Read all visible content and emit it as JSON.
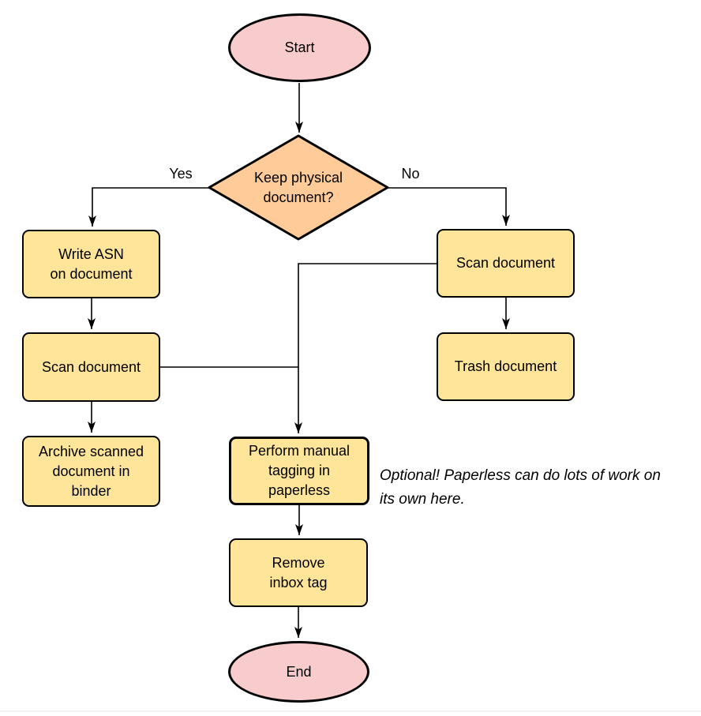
{
  "diagram": {
    "nodes": {
      "start": {
        "label": "Start",
        "shape": "ellipse"
      },
      "decision": {
        "label": "Keep physical\ndocument?",
        "shape": "diamond"
      },
      "write_asn": {
        "label": "Write ASN\non document",
        "shape": "process"
      },
      "scan_left": {
        "label": "Scan document",
        "shape": "process"
      },
      "archive": {
        "label": "Archive scanned\ndocument in\nbinder",
        "shape": "process"
      },
      "scan_right": {
        "label": "Scan document",
        "shape": "process"
      },
      "trash": {
        "label": "Trash document",
        "shape": "process"
      },
      "tagging": {
        "label": "Perform manual\ntagging in\npaperless",
        "shape": "process"
      },
      "remove_inbox": {
        "label": "Remove\ninbox tag",
        "shape": "process"
      },
      "end": {
        "label": "End",
        "shape": "ellipse"
      }
    },
    "edge_labels": {
      "yes": "Yes",
      "no": "No"
    },
    "note": "Optional! Paperless can do lots of work on\nits own here.",
    "colors": {
      "terminal_fill": "#F8CCCC",
      "decision_fill": "#FFCC99",
      "process_fill": "#FFE599",
      "stroke": "#000000",
      "background": "#FFFFFF"
    }
  }
}
